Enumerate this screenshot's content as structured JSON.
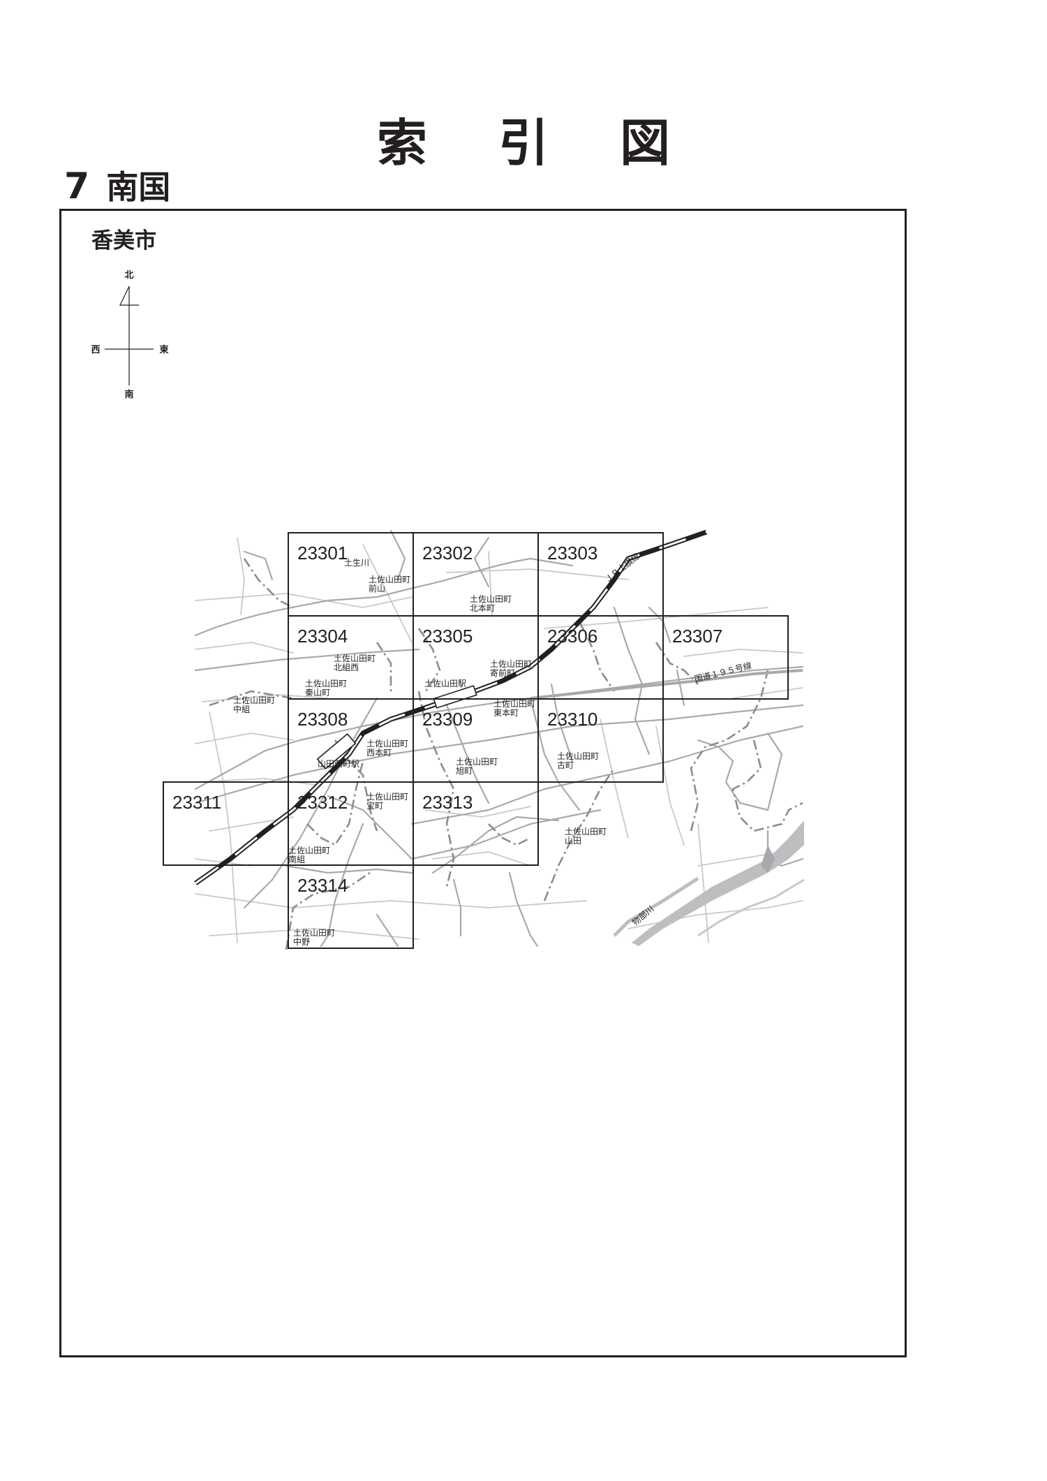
{
  "header": {
    "title_chars": [
      "索",
      "引",
      "図"
    ],
    "section_number": "7",
    "section_name": "南国"
  },
  "map": {
    "city": "香美市",
    "compass": {
      "north": "北",
      "south": "南",
      "east": "東",
      "west": "西"
    },
    "tiles": [
      "23301",
      "23302",
      "23303",
      "23304",
      "23305",
      "23306",
      "23307",
      "23308",
      "23309",
      "23310",
      "23311",
      "23312",
      "23313",
      "23314"
    ],
    "places": [
      "土生川",
      "土佐山田町\n前山",
      "土佐山田町\n北本町",
      "土佐山田町\n北組西",
      "土佐山田町\n秦山町",
      "土佐山田町\n中組",
      "土佐山田駅",
      "土佐山田町\n寄前町",
      "土佐山田町\n東本町",
      "土佐山田町\n西本町",
      "山田西町駅",
      "土佐山田町\n旭町",
      "土佐山田町\n古町",
      "土佐山田町\n宝町",
      "土佐山田町\n南組",
      "土佐山田町\n山田",
      "土佐山田町\n中野",
      "物部川",
      "ＪＲ土讃線",
      "国道１９５号線"
    ]
  }
}
